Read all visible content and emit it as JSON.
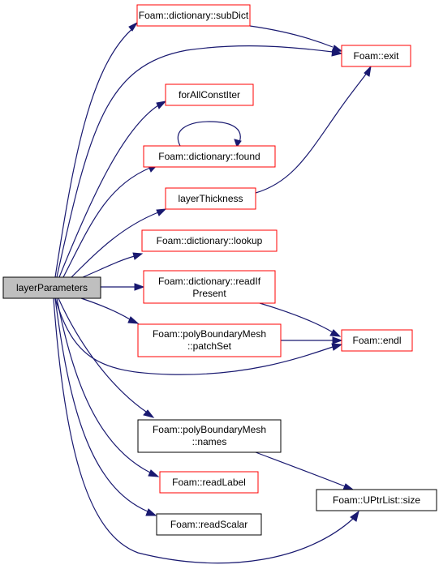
{
  "colors": {
    "edge": "#191970",
    "documented_border": "#ff0000",
    "plain_border": "#000000",
    "root_fill": "#bfbfbf"
  },
  "nodes": {
    "layerParameters": {
      "lines": [
        "layerParameters"
      ]
    },
    "subDict": {
      "lines": [
        "Foam::dictionary::subDict"
      ]
    },
    "exit": {
      "lines": [
        "Foam::exit"
      ]
    },
    "forAllConstIter": {
      "lines": [
        "forAllConstIter"
      ]
    },
    "found": {
      "lines": [
        "Foam::dictionary::found"
      ]
    },
    "layerThickness": {
      "lines": [
        "layerThickness"
      ]
    },
    "lookup": {
      "lines": [
        "Foam::dictionary::lookup"
      ]
    },
    "readIfPresent": {
      "lines": [
        "Foam::dictionary::readIf",
        "Present"
      ]
    },
    "patchSet": {
      "lines": [
        "Foam::polyBoundaryMesh",
        "::patchSet"
      ]
    },
    "endl": {
      "lines": [
        "Foam::endl"
      ]
    },
    "names": {
      "lines": [
        "Foam::polyBoundaryMesh",
        "::names"
      ]
    },
    "readLabel": {
      "lines": [
        "Foam::readLabel"
      ]
    },
    "readScalar": {
      "lines": [
        "Foam::readScalar"
      ]
    },
    "size": {
      "lines": [
        "Foam::UPtrList::size"
      ]
    }
  }
}
